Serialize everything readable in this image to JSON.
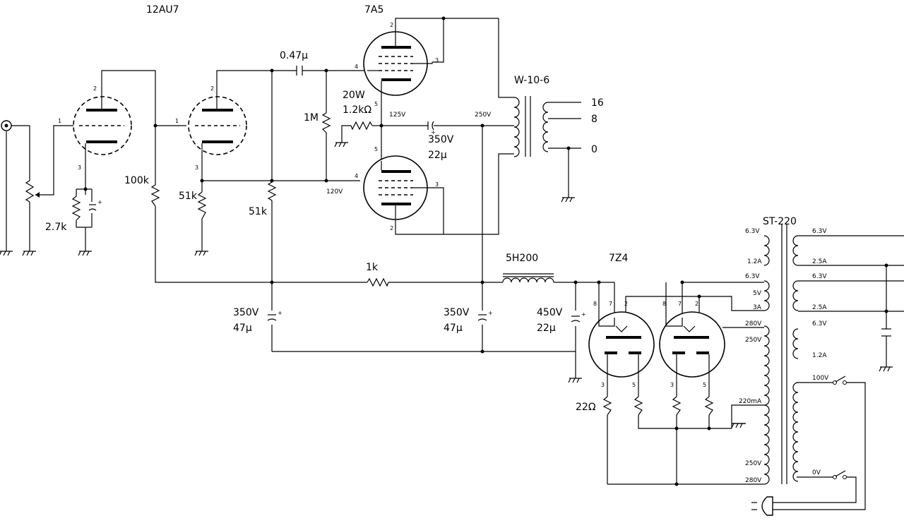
{
  "labels": {
    "v1": "12AU7",
    "v2": "7A5",
    "v3": "7Z4",
    "out_tr": "W-10-6",
    "pwr_tr": "ST-220",
    "choke": "5H200",
    "c_coupling": "0.47µ",
    "r_1m": "1M",
    "r_cathode_w": "20W",
    "r_cathode": "1.2kΩ",
    "v_125": "125V",
    "v_250": "250V",
    "v_120": "120V",
    "c_bypass_v": "350V",
    "c_bypass_c": "22µ",
    "tap_16": "16",
    "tap_8": "8",
    "tap_0": "0",
    "r_100k": "100k",
    "r_51k_a": "51k",
    "r_51k_b": "51k",
    "r_2k7": "2.7k",
    "r_1k": "1k",
    "c1_v": "350V",
    "c1_c": "47µ",
    "c2_v": "350V",
    "c2_c": "47µ",
    "c3_v": "450V",
    "c3_c": "22µ",
    "r_22": "22Ω",
    "sec_6v3a": "6.3V",
    "sec_1a2": "1.2A",
    "sec_6v3b": "6.3V",
    "sec_5v": "5V",
    "sec_3a": "3A",
    "sec_280a": "280V",
    "sec_250a": "250V",
    "sec_220ma": "220mA",
    "sec_250b": "250V",
    "sec_280b": "280V",
    "r_6v3a": "6.3V",
    "r_2a5a": "2.5A",
    "r_6v3b": "6.3V",
    "r_2a5b": "2.5A",
    "r_6v3c": "6.3V",
    "r_1a2": "1.2A",
    "pri_100": "100V",
    "pri_0": "0V"
  },
  "pins": {
    "p1": "1",
    "p2": "2",
    "p3": "3",
    "p4": "4",
    "p5": "5",
    "p7": "7",
    "p8": "8"
  }
}
